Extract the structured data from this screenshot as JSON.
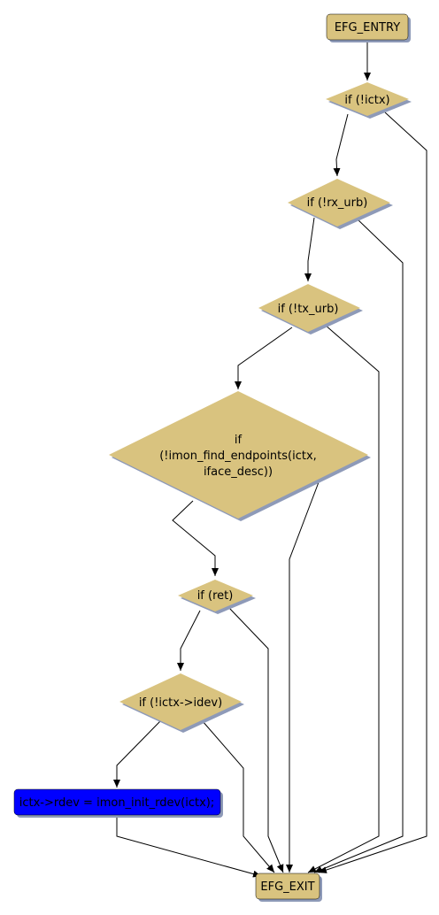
{
  "colors": {
    "node_fill": "#d9c37f",
    "node_shadow": "#8e9ab8",
    "highlight_fill": "#0000ff",
    "edge": "#000000",
    "text": "#000000",
    "background": "#ffffff"
  },
  "nodes": {
    "entry": {
      "label": "EFG_ENTRY"
    },
    "if_ictx": {
      "label": "if (!ictx)"
    },
    "if_rx_urb": {
      "label": "if (!rx_urb)"
    },
    "if_tx_urb": {
      "label": "if (!tx_urb)"
    },
    "if_find_endpoints": {
      "line1": "if",
      "line2": "(!imon_find_endpoints(ictx,",
      "line3": "iface_desc))"
    },
    "if_ret": {
      "label": "if (ret)"
    },
    "if_idev": {
      "label": "if (!ictx->idev)"
    },
    "rdev_assign": {
      "label": "ictx->rdev = imon_init_rdev(ictx);"
    },
    "exit": {
      "label": "EFG_EXIT"
    }
  }
}
